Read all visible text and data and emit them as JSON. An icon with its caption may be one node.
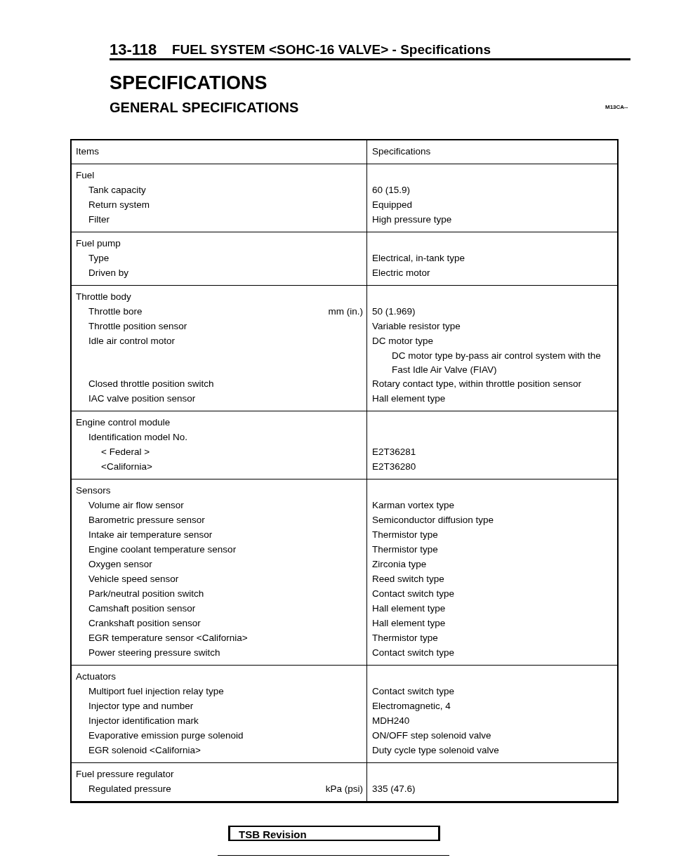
{
  "diagram": {
    "title": "SPECIFICATIONS",
    "labels": [
      "13-118",
      "FUEL SYSTEM <SOHC-16 VALVE> - Specifications",
      "GENERAL SPECIFICATIONS",
      "M13CA--",
      "Items",
      "Specifications",
      "Fuel",
      "Tank capacity",
      "60 (15.9)",
      "Return system",
      "Equipped",
      "Filter",
      "High pressure type",
      "Fuel pump",
      "Type",
      "Electrical, in-tank type",
      "Driven by",
      "Electric motor",
      "Throttle body",
      "Throttle bore",
      "mm (in.)",
      "50 (1.969)",
      "Throttle position sensor",
      "Variable resistor type",
      "Idle air control motor",
      "DC motor type",
      "DC motor type by-pass air control system with the Fast Idle Air Valve (FIAV)",
      "Closed throttle position switch",
      "Rotary contact type, within throttle position sensor",
      "IAC valve position sensor",
      "Hall element type",
      "Engine control module",
      "Identification model No.",
      "< Federal >",
      "E2T36281",
      "<California>",
      "E2T36280",
      "Sensors",
      "Volume air flow sensor",
      "Karman vortex type",
      "Barometric pressure sensor",
      "Semiconductor diffusion type",
      "Intake air temperature sensor",
      "Thermistor type",
      "Engine coolant temperature sensor",
      "Thermistor type",
      "Oxygen sensor",
      "Zirconia type",
      "Vehicle speed sensor",
      "Reed switch type",
      "Park/neutral position switch",
      "Contact switch type",
      "Camshaft position sensor",
      "Hall element type",
      "Crankshaft position sensor",
      "Hall element type",
      "EGR temperature sensor <California>",
      "Thermistor type",
      "Power steering pressure switch",
      "Contact switch type",
      "Actuators",
      "Multiport fuel injection relay type",
      "Contact switch type",
      "Injector type and number",
      "Electromagnetic, 4",
      "Injector identification mark",
      "MDH240",
      "Evaporative emission purge solenoid",
      "ON/OFF step solenoid valve",
      "EGR solenoid <California>",
      "Duty cycle type solenoid valve",
      "Fuel pressure regulator",
      "Regulated pressure",
      "kPa (psi)",
      "335 (47.6)",
      "TSB Revision"
    ]
  }
}
